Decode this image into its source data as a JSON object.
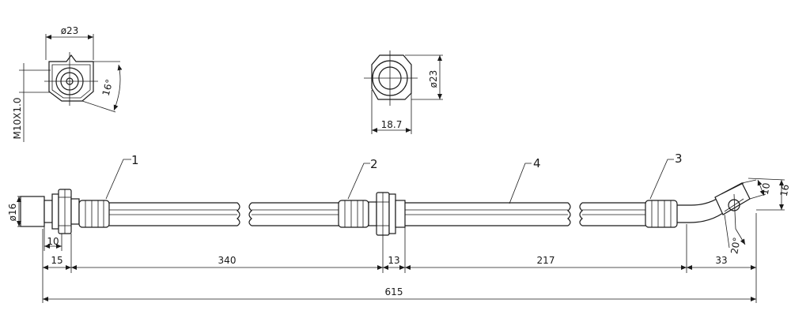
{
  "callouts": [
    "1",
    "2",
    "3",
    "4"
  ],
  "top_left_view": {
    "diameter": "ø23",
    "thread": "M10X1.0",
    "angle": "16°"
  },
  "top_mid_view": {
    "diameter": "ø23",
    "width": "18.7"
  },
  "left_end": {
    "diameter": "ø16",
    "length": "10"
  },
  "right_end": {
    "width": "10",
    "height": "16",
    "angle": "20°"
  },
  "segments": [
    "15",
    "340",
    "13",
    "217",
    "33"
  ],
  "total_length": "615"
}
